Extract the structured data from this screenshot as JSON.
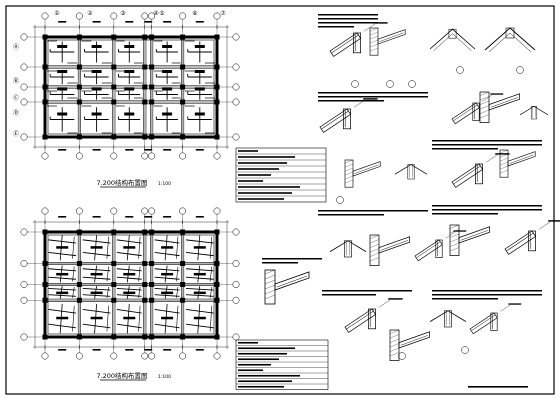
{
  "sheet": {
    "plan_top_title": "7.200结构布置图",
    "plan_top_scale": "1:100",
    "plan_bottom_title": "7.200结构布置图",
    "plan_bottom_scale": "1:100",
    "grid_cols": [
      "①",
      "②",
      "③",
      "④",
      "⑤",
      "⑥",
      "⑦"
    ],
    "grid_rows": [
      "Ⓐ",
      "Ⓑ",
      "Ⓒ",
      "Ⓓ",
      "Ⓔ"
    ]
  },
  "colors": {
    "ink": "#000000",
    "paper": "#ffffff"
  }
}
